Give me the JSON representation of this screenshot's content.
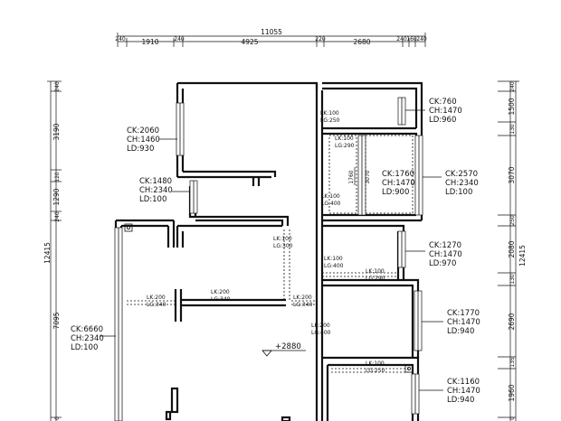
{
  "dimensions": {
    "top_total": "11055",
    "top_segments": [
      "240",
      "1910",
      "240",
      "4925",
      "220",
      "2680",
      "240",
      "160",
      "240"
    ],
    "left_total": "12415",
    "left_segments": [
      "240",
      "3190",
      "120",
      "1290",
      "240",
      "7095",
      "0"
    ],
    "right_total": "12415",
    "right_segments": [
      "240",
      "1500",
      "130",
      "3070",
      "250",
      "2080",
      "130",
      "2690",
      "135",
      "1960",
      "0"
    ]
  },
  "openings": [
    {
      "ck": "CK:760",
      "ch": "CH:1470",
      "ld": "LD:960"
    },
    {
      "ck": "CK:2060",
      "ch": "CH:1460",
      "ld": "LD:930"
    },
    {
      "ck": "CK:1760",
      "ch": "CH:1470",
      "ld": "LD:900"
    },
    {
      "ck": "CK:2570",
      "ch": "CH:2340",
      "ld": "LD:100"
    },
    {
      "ck": "CK:1480",
      "ch": "CH:2340",
      "ld": "LD:100"
    },
    {
      "ck": "CK:1270",
      "ch": "CH:1470",
      "ld": "LD:970"
    },
    {
      "ck": "CK:1770",
      "ch": "CH:1470",
      "ld": "LD:940"
    },
    {
      "ck": "CK:6660",
      "ch": "CH:2340",
      "ld": "LD:100"
    },
    {
      "ck": "CK:1160",
      "ch": "CH:1470",
      "ld": "LD:940"
    }
  ],
  "beams": [
    {
      "lk": "LK:100",
      "lg": "LG:250"
    },
    {
      "lk": "LK:100",
      "lg": "LG:290"
    },
    {
      "lk": "LK:100",
      "lg": "LG:400"
    },
    {
      "lk": "LK:100",
      "lg": "LG:300"
    },
    {
      "lk": "LK:100",
      "lg": "LG:400"
    },
    {
      "lk": "LK:100",
      "lg": "LG:290"
    },
    {
      "lk": "LK:200",
      "lg": "LG:340"
    },
    {
      "lk": "LK:200",
      "lg": "LG:340"
    },
    {
      "lk": "LK:200",
      "lg": "LG:340"
    },
    {
      "lk": "LK:200",
      "lg": "LG:400"
    },
    {
      "lk": "LK:100",
      "lg": "LG:250"
    }
  ],
  "inner_dims": [
    "1760",
    "3070"
  ],
  "elevation": "+2880"
}
